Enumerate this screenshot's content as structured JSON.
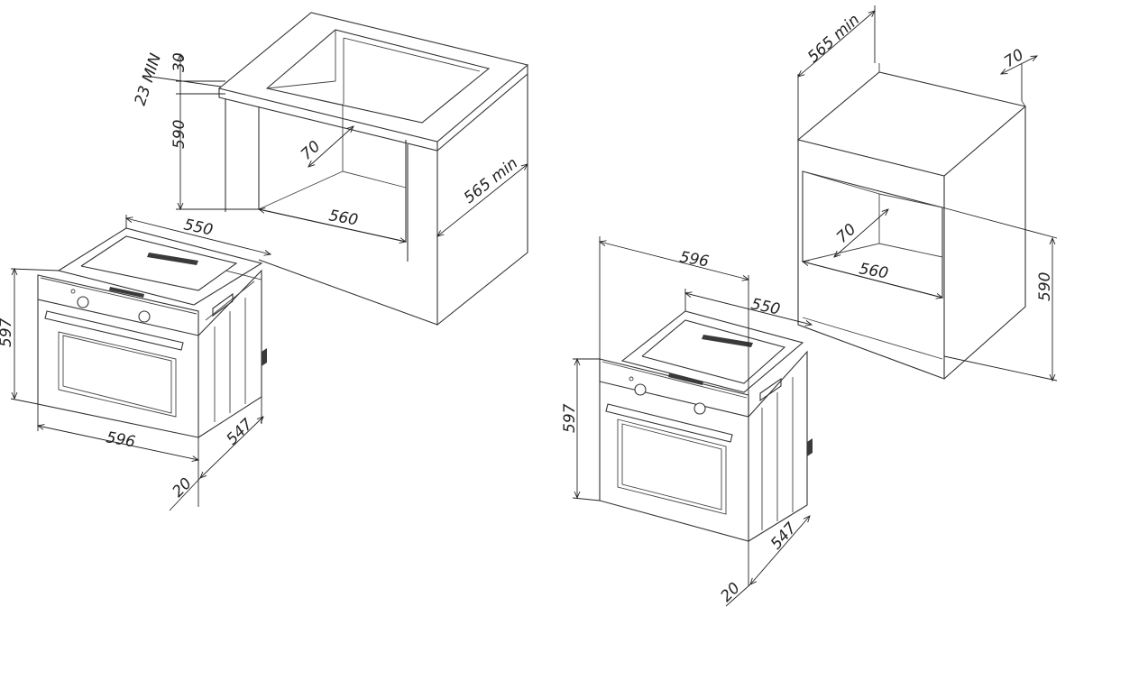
{
  "installation_under_counter": {
    "labels": {
      "min_gap": "23 MIN",
      "top_gap": "30",
      "niche_height": "590",
      "rear_gap": "70",
      "niche_width": "560",
      "niche_depth": "565 min",
      "oven_top_depth": "550",
      "oven_height": "597",
      "oven_width": "596",
      "oven_depth": "547",
      "door_thickness": "20"
    }
  },
  "installation_column": {
    "labels": {
      "niche_depth": "565 min",
      "rear_gap_top": "70",
      "rear_gap": "70",
      "niche_width": "560",
      "niche_height": "590",
      "oven_width": "596",
      "oven_top_depth": "550",
      "oven_height": "597",
      "oven_depth": "547",
      "door_thickness": "20"
    }
  }
}
